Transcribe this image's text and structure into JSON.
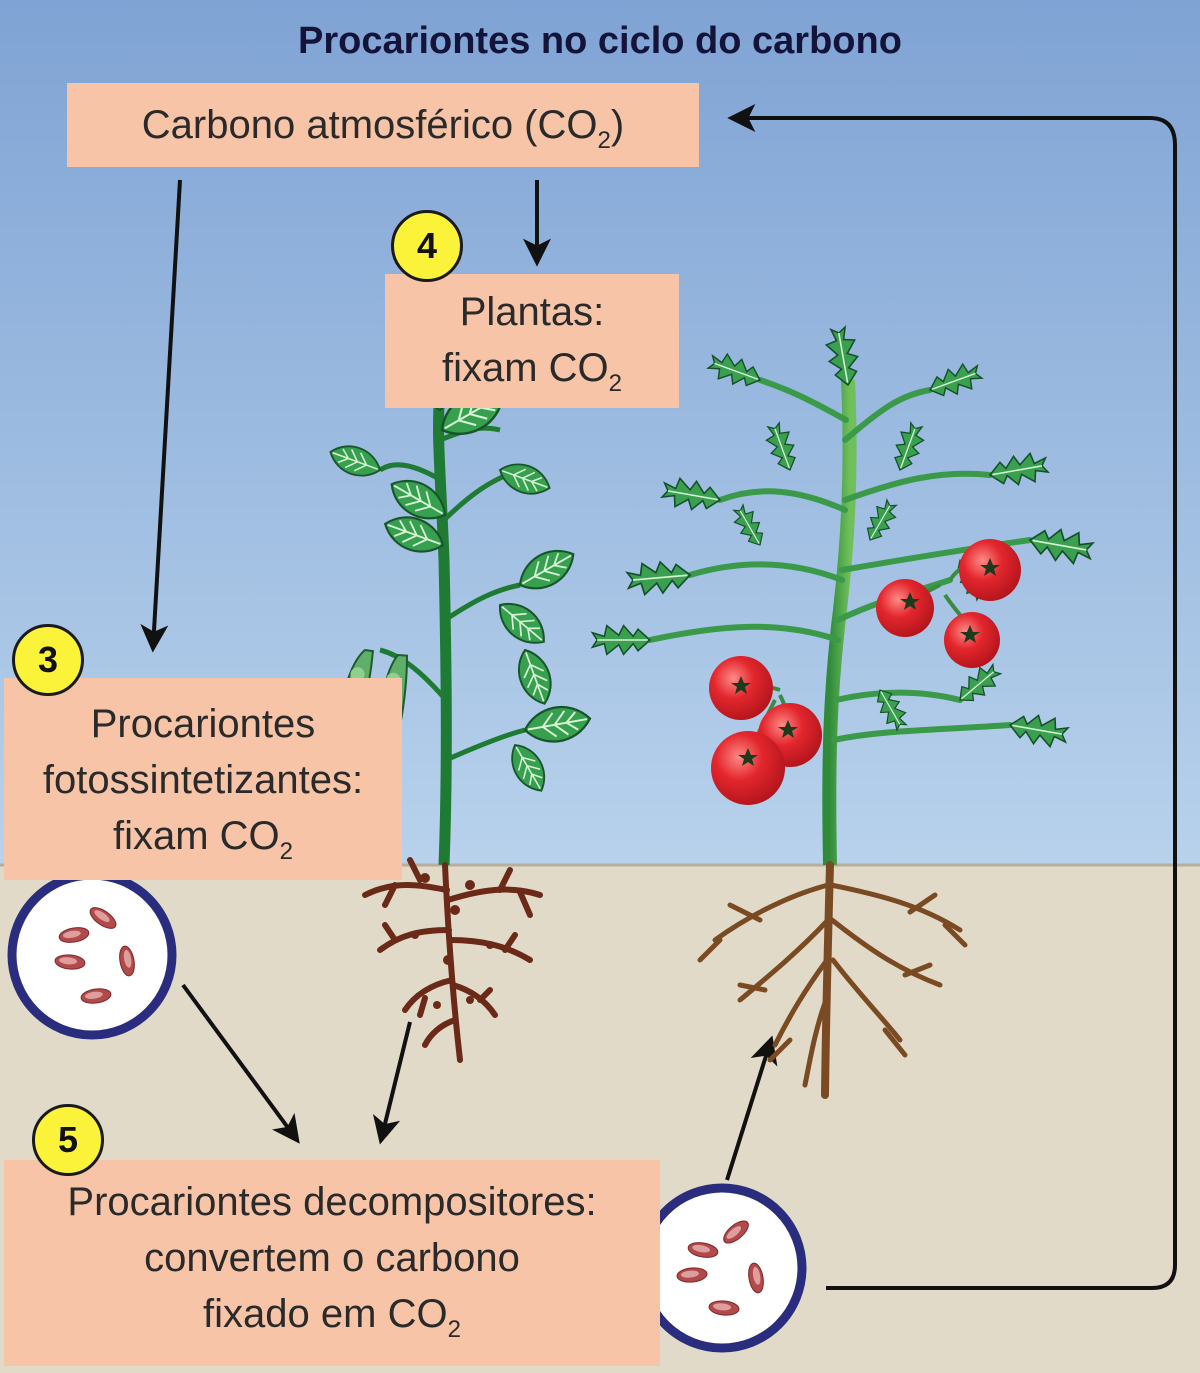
{
  "title": "Procariontes no ciclo do carbono",
  "colors": {
    "sky_top": "#7fa3d4",
    "sky_bottom": "#b8d2ec",
    "soil": "#e2dac8",
    "box": "#f7c4a8",
    "badge": "#fbf23a",
    "cell_border": "#2a2d7e",
    "bacteria": "#a8443f",
    "leaf": "#2f9a4a",
    "tomato": "#e0262d",
    "root": "#6b3a1d"
  },
  "atmosphere": {
    "text": "Carbono atmosférico (CO",
    "sub": "2",
    "suffix": ")"
  },
  "plants": {
    "badge": "4",
    "line1": "Plantas:",
    "line2": "fixam CO",
    "sub": "2"
  },
  "photosynthetic": {
    "badge": "3",
    "line1": "Procariontes",
    "line2": "fotossintetizantes:",
    "line3": "fixam CO",
    "sub": "2"
  },
  "decomposers": {
    "badge": "5",
    "line1": "Procariontes decompositores:",
    "line2": "convertem o carbono",
    "line3": "fixado em CO",
    "sub": "2"
  },
  "icons": [
    "bacteria-cell-icon",
    "bean-plant-icon",
    "tomato-plant-icon",
    "arrow-icon"
  ]
}
